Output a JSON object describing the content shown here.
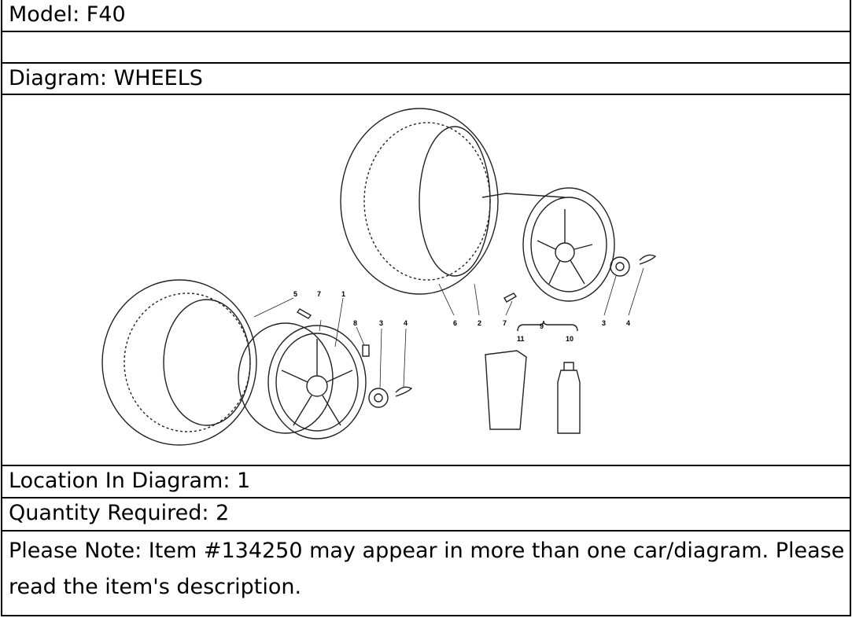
{
  "model_label": "Model: F40",
  "blank_row": "",
  "diagram_label": "Diagram: WHEELS",
  "diagram": {
    "callouts": [
      "5",
      "7",
      "1",
      "8",
      "3",
      "4",
      "6",
      "2",
      "7",
      "3",
      "4",
      "9",
      "11",
      "10"
    ]
  },
  "location_label": "Location In Diagram: 1",
  "quantity_label": "Quantity Required: 2",
  "note_text": "Please Note: Item #134250 may appear in more than one car/diagram. Please read the item's description."
}
